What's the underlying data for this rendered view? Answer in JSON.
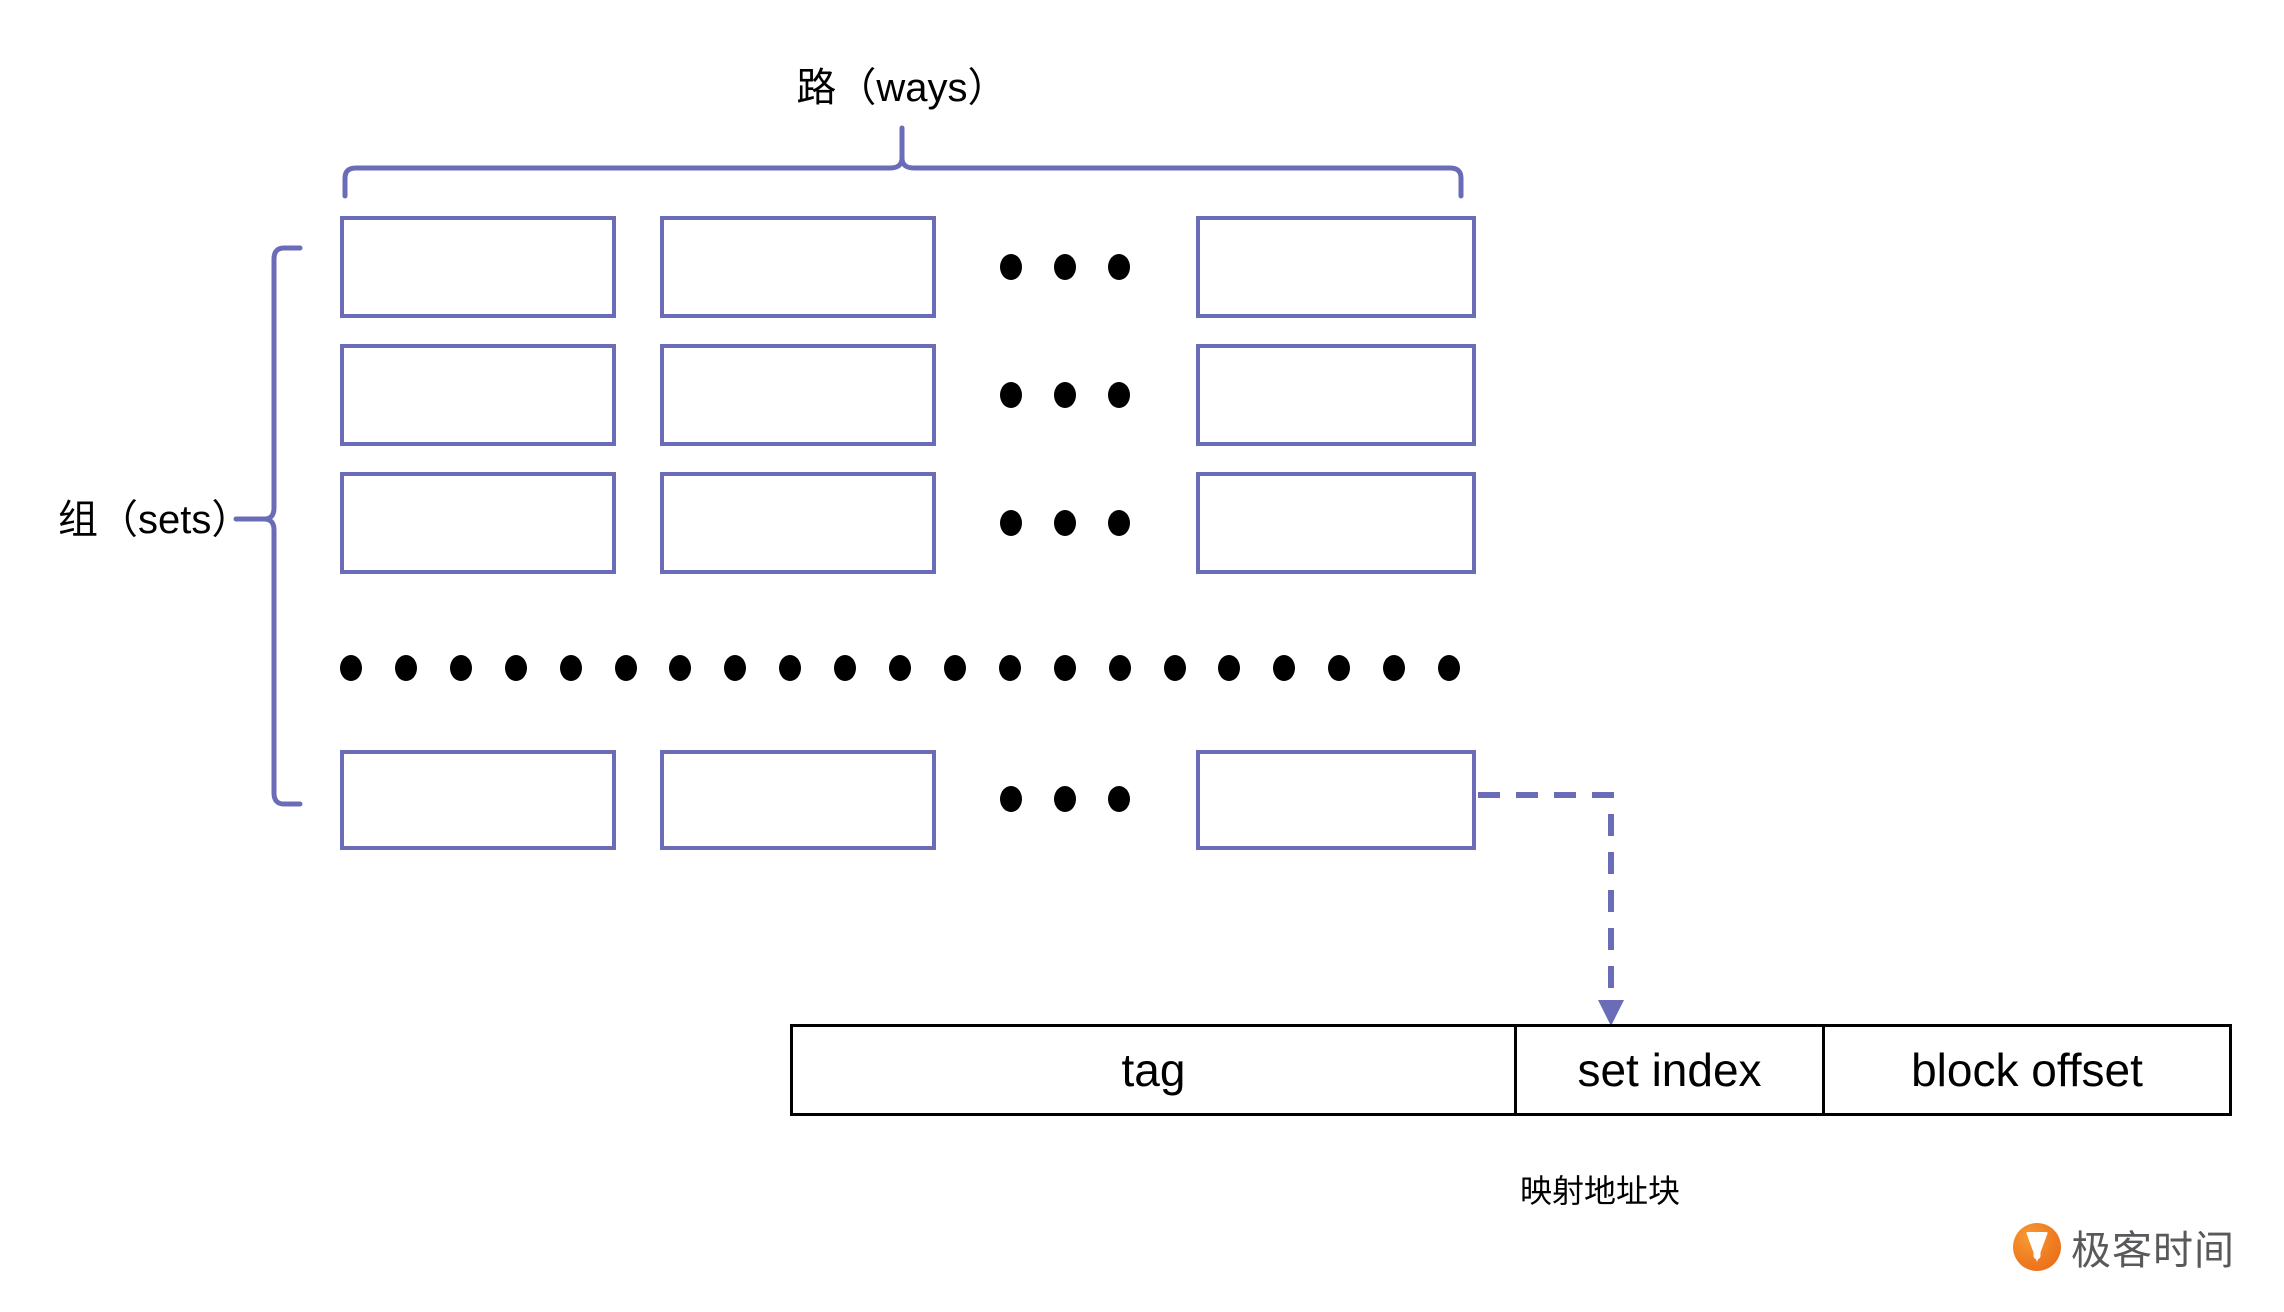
{
  "diagram": {
    "title_top": "路（ways）",
    "label_left": "组（sets）",
    "address_caption": "映射地址块",
    "colors": {
      "cell_border": "#6b6cb8",
      "brace": "#6b6cb8",
      "dashed_arrow": "#6b6cb8",
      "address_border": "#000000",
      "dots": "#000000",
      "logo_orange": "#ef7b20",
      "logo_text": "#58595b"
    },
    "cache_grid": {
      "rows": [
        {
          "cells": [
            "",
            ""
          ],
          "ellipsis": "• • •",
          "last_cell": ""
        },
        {
          "cells": [
            "",
            ""
          ],
          "ellipsis": "• • •",
          "last_cell": ""
        },
        {
          "cells": [
            "",
            ""
          ],
          "ellipsis": "• • •",
          "last_cell": ""
        },
        {
          "cells": [
            "",
            ""
          ],
          "ellipsis": "• • •",
          "last_cell": ""
        }
      ],
      "row_ellipsis_dot_count": 21,
      "column_ellipsis_dot_count": 3,
      "visible_ways": 3,
      "visible_sets": 4
    },
    "address_block": {
      "fields": [
        {
          "name": "tag",
          "label": "tag"
        },
        {
          "name": "set-index",
          "label": "set index"
        },
        {
          "name": "block-offset",
          "label": "block offset"
        }
      ]
    }
  },
  "watermark": {
    "brand": "极客时间",
    "icon": "geektime-logo-icon"
  }
}
